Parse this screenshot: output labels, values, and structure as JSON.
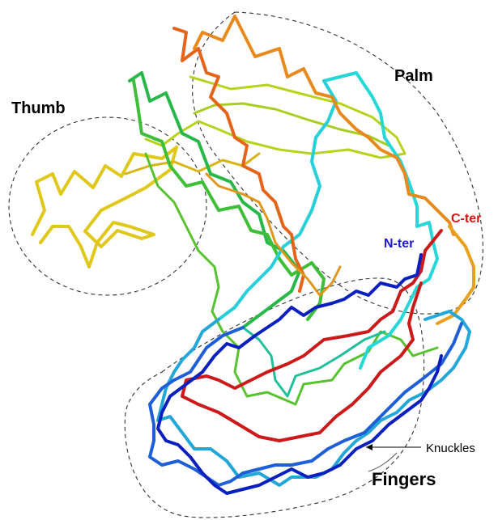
{
  "labels": {
    "thumb": "Thumb",
    "palm": "Palm",
    "fingers": "Fingers",
    "knuckles": "Knuckles",
    "n_ter": "N-ter",
    "c_ter": "C-ter"
  },
  "colors": {
    "n_ter": "#1a1acc",
    "c_ter": "#dd1111",
    "outline": "#333333",
    "text": "#000000"
  },
  "chain_colors": [
    "#0a1fbf",
    "#1e5fd8",
    "#23a7d9",
    "#25d7d6",
    "#1fbf9a",
    "#28b84a",
    "#6cc628",
    "#b8d21c",
    "#e0c81a",
    "#e89a1c",
    "#e6641a",
    "#cc1a1a"
  ]
}
